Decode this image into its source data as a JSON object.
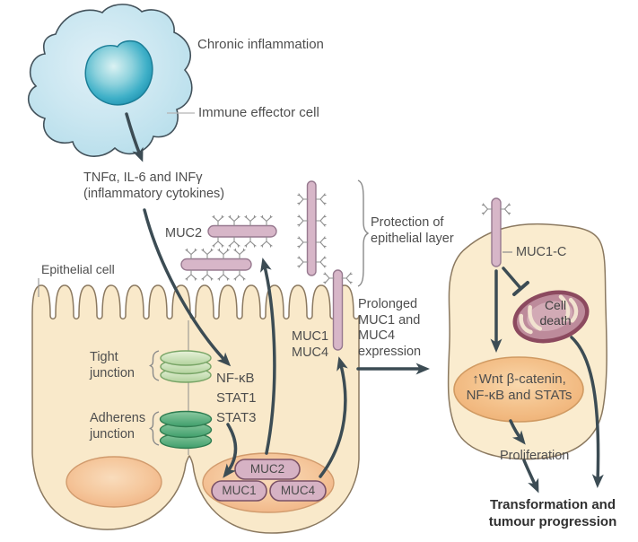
{
  "palette": {
    "arrow": "#3c4c54",
    "immune_cell_fill": "#c9e6f0",
    "immune_nucleus": "#2fa6c0",
    "epithelial_fill": "#f9e9ca",
    "epithelial_border": "#8b7960",
    "mucin_rod_fill": "#d7b6c8",
    "mucin_rod_border": "#97798f",
    "cell_nucleus_fill": "#f5c79c",
    "tight_junction_green": "#b9d6a4",
    "adherens_junction_green": "#42a06e",
    "mitochondria_border": "#8c4a5f",
    "wnt_ellipse_fill": "#f4c28c",
    "label_text": "#4e4e4e"
  },
  "immune": {
    "chronic": "Chronic inflammation",
    "cell": "Immune effector cell"
  },
  "cytokines": "TNFα, IL-6 and INFγ\n(inflammatory cytokines)",
  "lumen": {
    "muc2": "MUC2",
    "protection": "Protection of\nepithelial layer"
  },
  "epithelium": {
    "cell": "Epithelial cell",
    "tight": "Tight\njunction",
    "adherens": "Adherens\njunction",
    "tfs": "NF-κB\nSTAT1\nSTAT3",
    "membrane": "MUC1\nMUC4",
    "genes": {
      "muc2": "MUC2",
      "muc1": "MUC1",
      "muc4": "MUC4"
    }
  },
  "signal": {
    "prolonged": "Prolonged\nMUC1 and\nMUC4\nexpression"
  },
  "tumour": {
    "muc1c": "MUC1-C",
    "cell_death": "Cell\ndeath",
    "wnt": "↑Wnt β-catenin,\nNF-κB and STATs",
    "proliferation": "Proliferation",
    "outcome": "Transformation and\ntumour progression"
  }
}
